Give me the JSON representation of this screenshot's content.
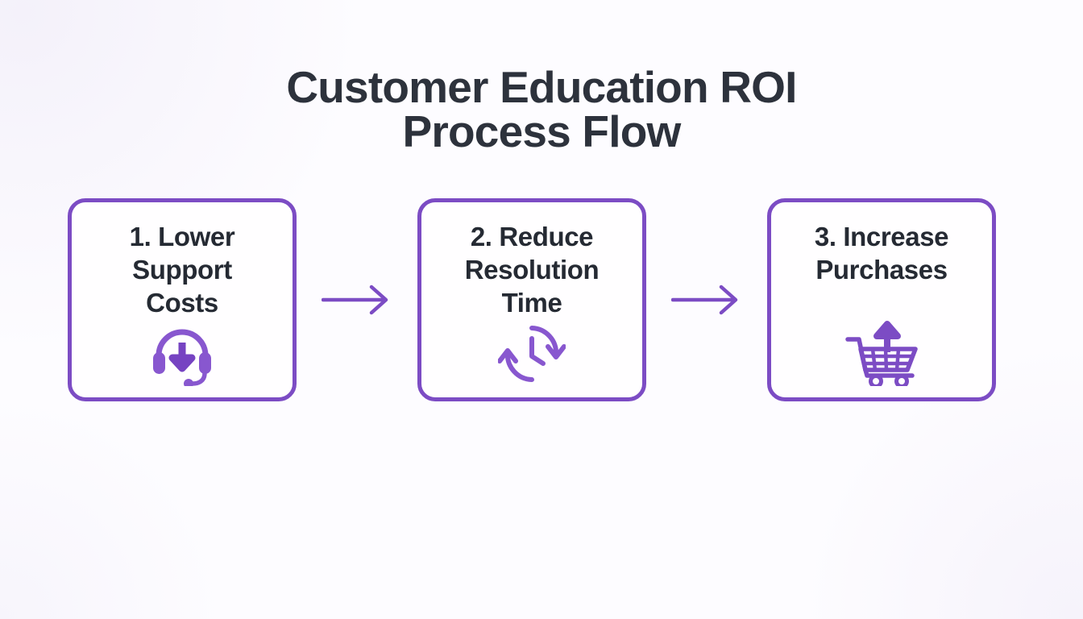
{
  "page": {
    "title": "Customer Education ROI\nProcess Flow",
    "background_color": "#fdfcff",
    "title_color": "#2d323c",
    "accent_color": "#7c4cc4",
    "text_color": "#252a33"
  },
  "flow": {
    "steps": [
      {
        "label": "1. Lower\nSupport\nCosts",
        "number": "1",
        "name": "Lower Support Costs",
        "icon": "headset-down-arrow-icon"
      },
      {
        "label": "2. Reduce\nResolution\nTime",
        "number": "2",
        "name": "Reduce Resolution Time",
        "icon": "clock-rotate-icon"
      },
      {
        "label": "3. Increase\nPurchases",
        "number": "3",
        "name": "Increase Purchases",
        "icon": "shopping-cart-up-arrow-icon"
      }
    ],
    "connectors": [
      {
        "icon": "arrow-right-icon"
      },
      {
        "icon": "arrow-right-icon"
      }
    ]
  }
}
